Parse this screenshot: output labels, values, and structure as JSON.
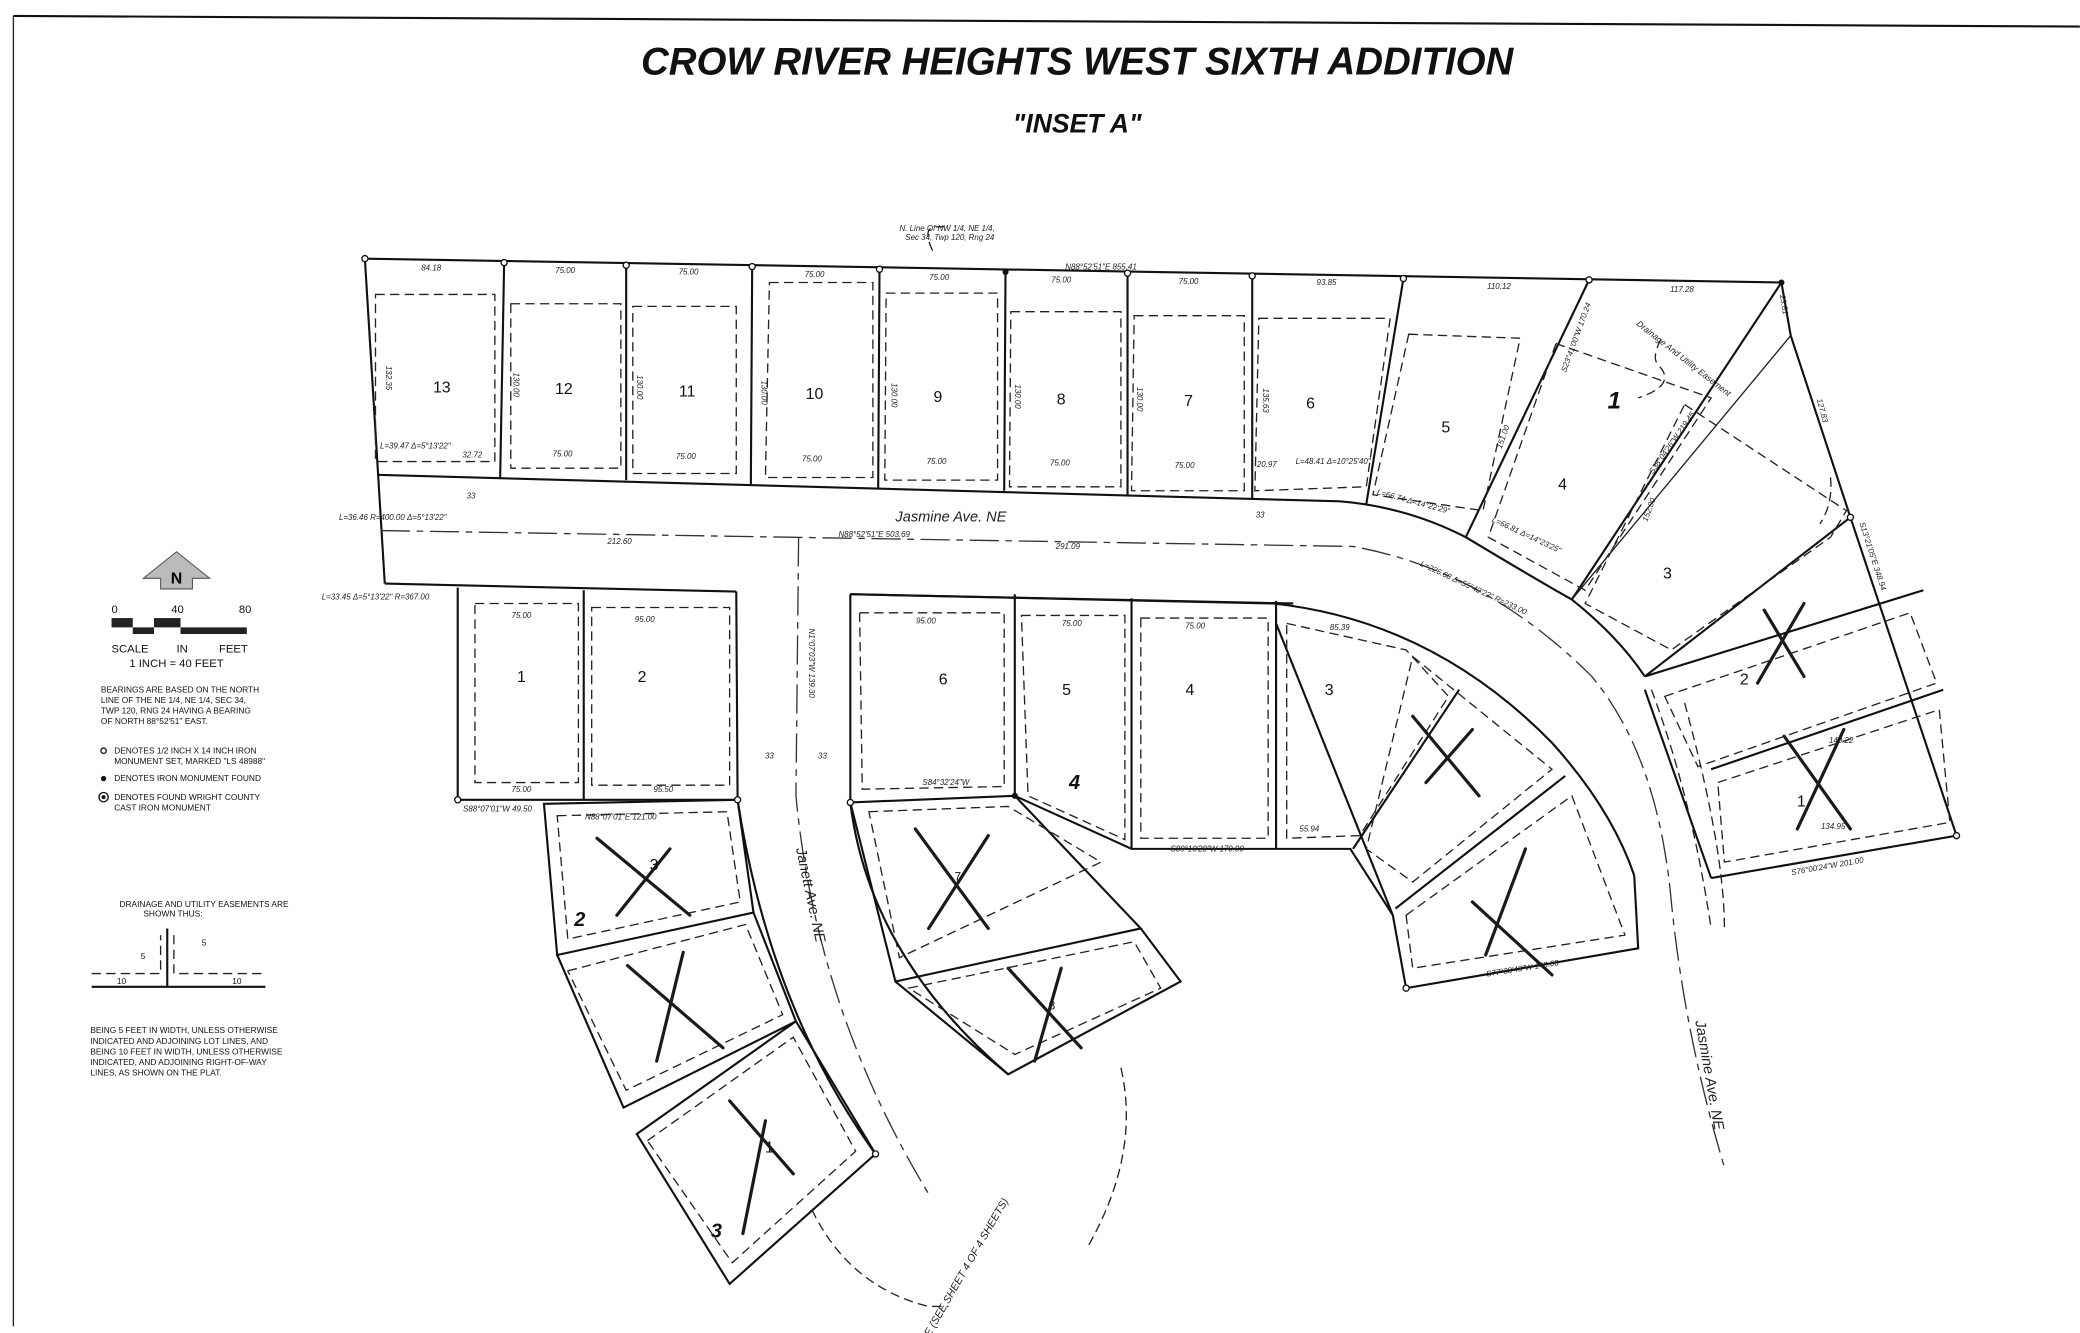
{
  "title": "CROW RIVER HEIGHTS WEST SIXTH ADDITION",
  "subtitle": "\"INSET A\"",
  "north_arrow": "N",
  "scale": {
    "tick0": "0",
    "tick1": "40",
    "tick2": "80",
    "label_scale": "SCALE",
    "label_in": "IN",
    "label_feet": "FEET",
    "ratio": "1 INCH = 40 FEET"
  },
  "notes": {
    "bearings": [
      "BEARINGS ARE BASED ON THE NORTH",
      "LINE OF THE NE 1/4, NE 1/4, SEC 34,",
      "TWP 120, RNG 24 HAVING A BEARING",
      "OF NORTH 88°52'51\" EAST."
    ],
    "monument_set": [
      "DENOTES 1/2 INCH X 14 INCH IRON",
      "MONUMENT SET, MARKED \"LS 48988\""
    ],
    "monument_found": "DENOTES IRON MONUMENT FOUND",
    "county_monument": [
      "DENOTES FOUND WRIGHT COUNTY",
      "CAST IRON MONUMENT"
    ],
    "easement_title": [
      "DRAINAGE AND UTILITY EASEMENTS ARE",
      "SHOWN THUS:"
    ],
    "easement_dims": {
      "a": "5",
      "b": "5",
      "c": "10",
      "d": "10"
    },
    "easement_text": [
      "BEING 5 FEET IN WIDTH, UNLESS OTHERWISE",
      "INDICATED AND ADJOINING LOT LINES, AND",
      "BEING 10 FEET IN WIDTH, UNLESS OTHERWISE",
      "INDICATED, AND ADJOINING RIGHT-OF-WAY",
      "LINES, AS SHOWN ON THE PLAT."
    ]
  },
  "callout": [
    "N. Line Of NW 1/4, NE 1/4,",
    "Sec 34, Twp 120, Rng 24"
  ],
  "roads": {
    "jasmine": "Jasmine Ave. NE",
    "janett": "Janett Ave. NE",
    "jasmine_south": "Jasmine Ave. NE"
  },
  "match_line": "MATCH LINE (SEE SHEET 4 OF 4 SHEETS)",
  "easement_label": "Drainage And Utility Easement",
  "blocks": {
    "b1": "1",
    "b2": "2",
    "b3": "3",
    "b4": "4"
  },
  "lots": {
    "top": [
      "13",
      "12",
      "11",
      "10",
      "9",
      "8",
      "7",
      "6",
      "5",
      "4",
      "3",
      "2",
      "1"
    ],
    "block2": [
      "1",
      "2",
      "3",
      "",
      ""
    ],
    "block3": [
      "1"
    ],
    "block4": [
      "6",
      "5",
      "4",
      "3",
      "7",
      "8"
    ]
  },
  "dims": {
    "top_bearing": "N88°52'51\"E  855.41",
    "d84": "84.18",
    "d75a": "75.00",
    "d75b": "75.00",
    "d75c": "75.00",
    "d75d": "75.00",
    "d75e": "75.00",
    "d75f": "75.00",
    "d93": "93.85",
    "d110": "110.12",
    "d117": "117.28",
    "d23": "23.81",
    "l13": "132.35",
    "l12": "130.00",
    "l11": "130.00",
    "l10": "130.00",
    "l9": "130.00",
    "l8": "130.00",
    "l7": "130.00",
    "l6": "135.63",
    "b13": "32.72",
    "b12": "75.00",
    "b11": "75.00",
    "b10": "75.00",
    "b9": "75.00",
    "b8": "75.00",
    "b7": "75.00",
    "b6": "20.97",
    "curve13": "L=39.47  Δ=5°13'22\"",
    "curve6": "L=48.41  Δ=10°25'40\"",
    "curve5": "L=66.74  Δ=14°22'29\"",
    "curve4": "L=66.81  Δ=14°23'25\"",
    "jas_bearing": "N88°52'51\"E  503.69",
    "d212": "212.60",
    "d291": "291.09",
    "jas_curve": "L=226.68  Δ=55°42'22\"  R=233.00",
    "left_curve": "L=36.46  R=400.00  Δ=5°13'22\"",
    "left_curve2": "L=33.45  Δ=5°13'22\"  R=367.00",
    "b2_top1": "75.00",
    "b2_top2": "95.00",
    "b2_bot1": "75.00",
    "b2_bot2": "95.50",
    "b2_bear": "S88°07'01\"W  49.50",
    "b2_bear2": "N88°07'01\"E  121.00",
    "b4_top6": "95.00",
    "b4_top5": "75.00",
    "b4_top4": "75.00",
    "b4_top3": "85.39",
    "b4_bot": "S89°10'28\"W  170.00",
    "b4_bot3": "55.94",
    "b4_bear": "S84°32'24\"W",
    "janett_w": "N1°07'03\"W  139.30",
    "r1": "S76°00'24\"W  201.00",
    "r2": "S77°38'43\"W  140.00",
    "r3": "S13°21'05\"E  348.94",
    "r4": "S38°04'26\"W  219.45",
    "r5": "S23°41'00\"W  170.24",
    "r6": "151.00",
    "r7": "152.00",
    "r8": "127.83",
    "r9": "134.95",
    "r10": "140.22",
    "s33": "33"
  },
  "colors": {
    "ink": "#111111",
    "paper": "#ffffff"
  }
}
